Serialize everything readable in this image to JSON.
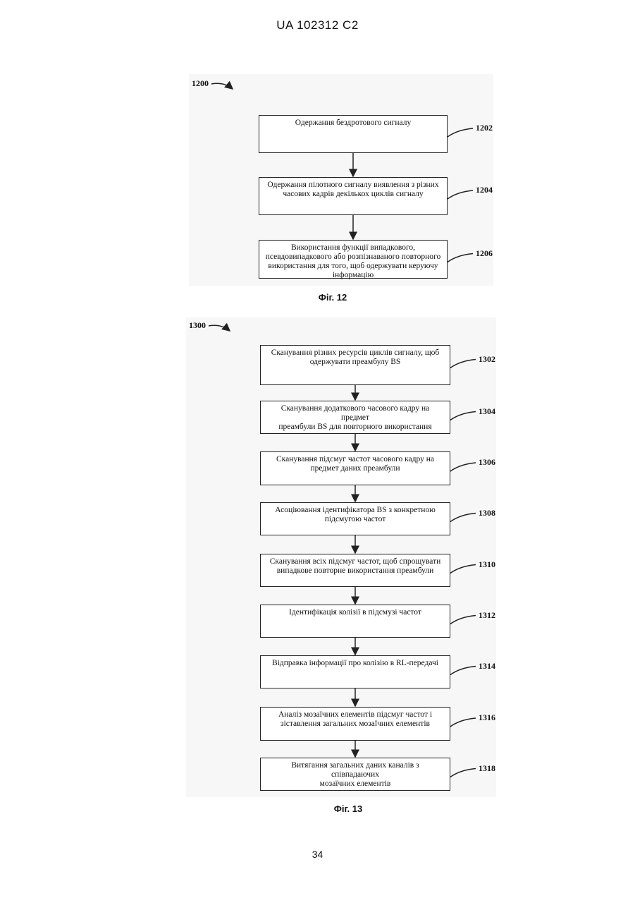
{
  "header": {
    "patent_number": "UA   102312   C2"
  },
  "page_number": "34",
  "figure12": {
    "caption": "Фіг. 12",
    "diagram_ref": "1200",
    "steps": [
      {
        "ref": "1202",
        "lines": [
          "Одержання бездротового сигналу"
        ]
      },
      {
        "ref": "1204",
        "lines": [
          "Одержання пілотного сигналу виявлення з різних",
          "часових кадрів декількох циклів сигналу"
        ]
      },
      {
        "ref": "1206",
        "lines": [
          "Використання функції випадкового,",
          "псевдовипадкового або розпізнаваного повторного",
          "використання для того, щоб одержувати керуючу",
          "інформацію"
        ]
      }
    ]
  },
  "figure13": {
    "caption": "Фіг. 13",
    "diagram_ref": "1300",
    "steps": [
      {
        "ref": "1302",
        "lines": [
          "Сканування різних ресурсів циклів сигналу, щоб",
          "одержувати преамбулу BS"
        ]
      },
      {
        "ref": "1304",
        "lines": [
          "Сканування додаткового часового кадру на предмет",
          "преамбули BS для повторного використання"
        ]
      },
      {
        "ref": "1306",
        "lines": [
          "Сканування підсмуг частот часового кадру на",
          "предмет даних преамбули"
        ]
      },
      {
        "ref": "1308",
        "lines": [
          "Асоціювання ідентифікатора BS з конкретною",
          "підсмугою частот"
        ]
      },
      {
        "ref": "1310",
        "lines": [
          "Сканування всіх підсмуг частот, щоб спрощувати",
          "випадкове повторне використання преамбули"
        ]
      },
      {
        "ref": "1312",
        "lines": [
          "Ідентифікація колізії в підсмузі частот"
        ]
      },
      {
        "ref": "1314",
        "lines": [
          "Відправка інформації про колізію в RL-передачі"
        ]
      },
      {
        "ref": "1316",
        "lines": [
          "Аналіз мозаїчних елементів підсмуг частот і",
          "зіставлення загальних мозаїчних елементів"
        ]
      },
      {
        "ref": "1318",
        "lines": [
          "Витягання загальних даних каналів з співпадаючих",
          "мозаїчних елементів"
        ]
      }
    ]
  }
}
